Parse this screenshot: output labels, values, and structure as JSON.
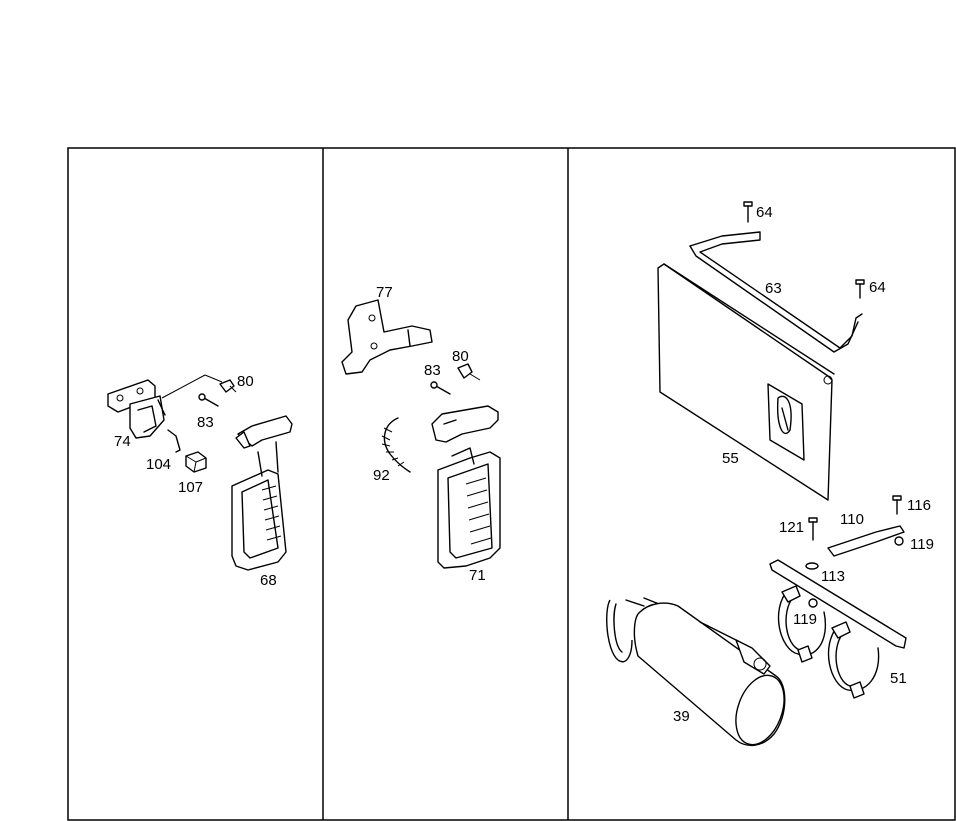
{
  "diagram": {
    "panels": [
      {
        "id": "left",
        "callouts": [
          "80",
          "83",
          "74",
          "104",
          "107",
          "68"
        ]
      },
      {
        "id": "middle",
        "callouts": [
          "77",
          "80",
          "83",
          "92",
          "71"
        ]
      },
      {
        "id": "right",
        "callouts": [
          "64",
          "63",
          "64",
          "55",
          "116",
          "110",
          "121",
          "119",
          "113",
          "119",
          "51",
          "39"
        ]
      }
    ]
  }
}
